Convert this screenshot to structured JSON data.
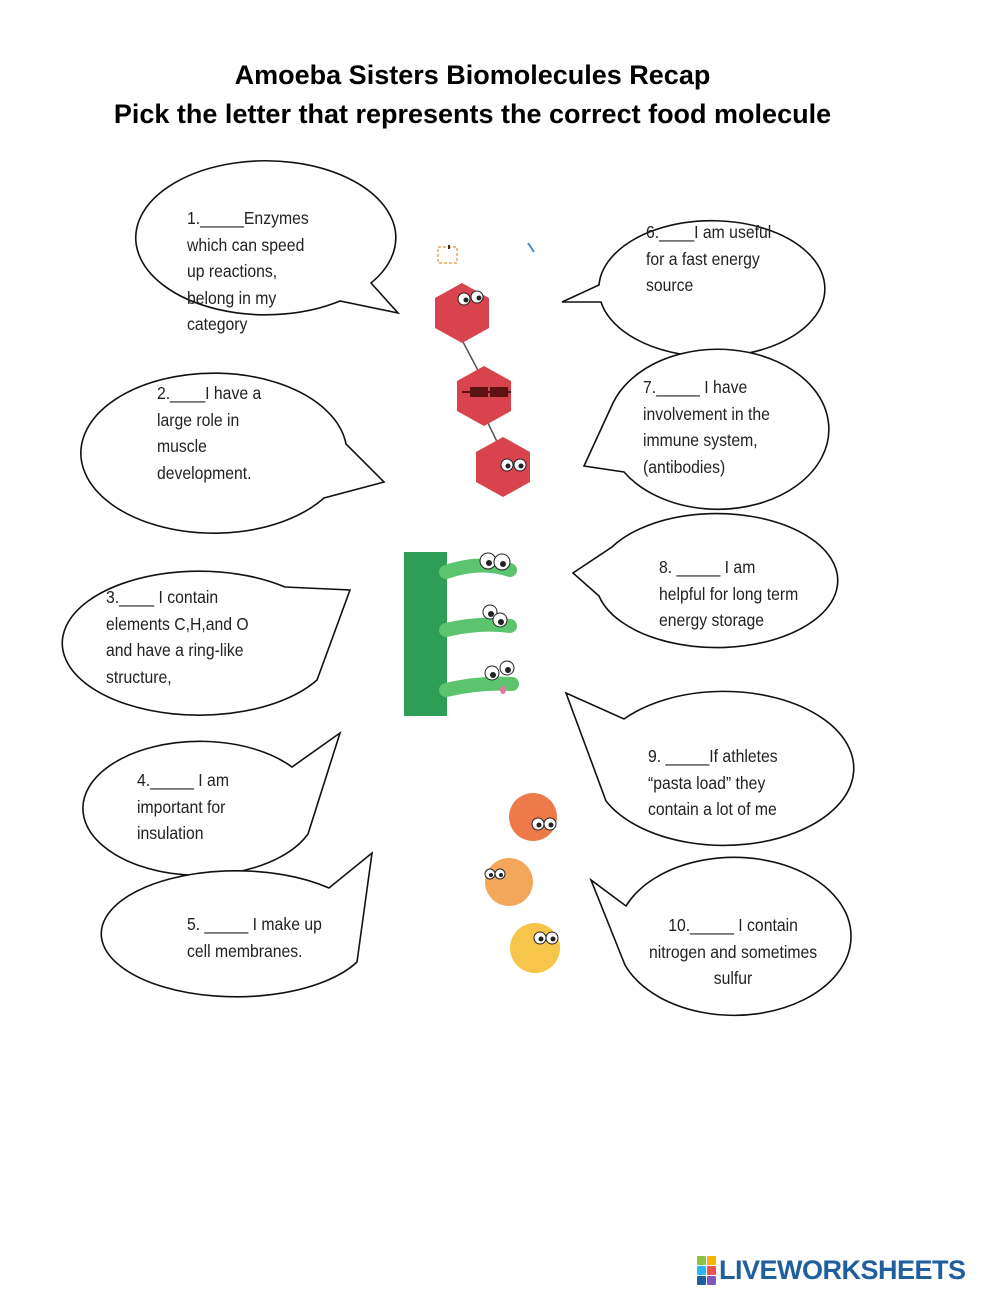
{
  "title_line1": "Amoeba Sisters Biomolecules Recap",
  "title_line2": "Pick the letter that represents the correct food molecule",
  "questions": [
    {
      "lines": "1._____Enzymes\nwhich can speed\nup reactions,\nbelong in my\ncategory"
    },
    {
      "lines": "2.____I have a\nlarge role in\nmuscle\ndevelopment."
    },
    {
      "lines": "3.____ I contain\nelements C,H,and O\nand have a ring-like\nstructure,"
    },
    {
      "lines": "4._____ I am\nimportant for\ninsulation"
    },
    {
      "lines": "5. _____ I make up\ncell membranes."
    },
    {
      "lines": "6.____I am useful\nfor a fast energy\nsource"
    },
    {
      "lines": "7._____ I have\ninvolvement in the\nimmune system,\n(antibodies)"
    },
    {
      "lines": "8. _____ I am\nhelpful for long term\nenergy storage"
    },
    {
      "lines": "9. _____If athletes\n“pasta load” they\ncontain a lot of me"
    },
    {
      "lines": "10._____ I contain\nnitrogen and sometimes\nsulfur"
    }
  ],
  "logo": {
    "text": "LIVEWORKSHEETS",
    "mark_letters": "LIVE"
  },
  "colors": {
    "protein_red": "#d9434e",
    "lipid_green": "#2e9e57",
    "lipid_tail": "#5cc46f",
    "carb_orange": "#ee7a4a",
    "carb_light": "#f3a75a",
    "carb_yellow": "#f6c54a",
    "logo_blue": "#1f5f9e"
  }
}
